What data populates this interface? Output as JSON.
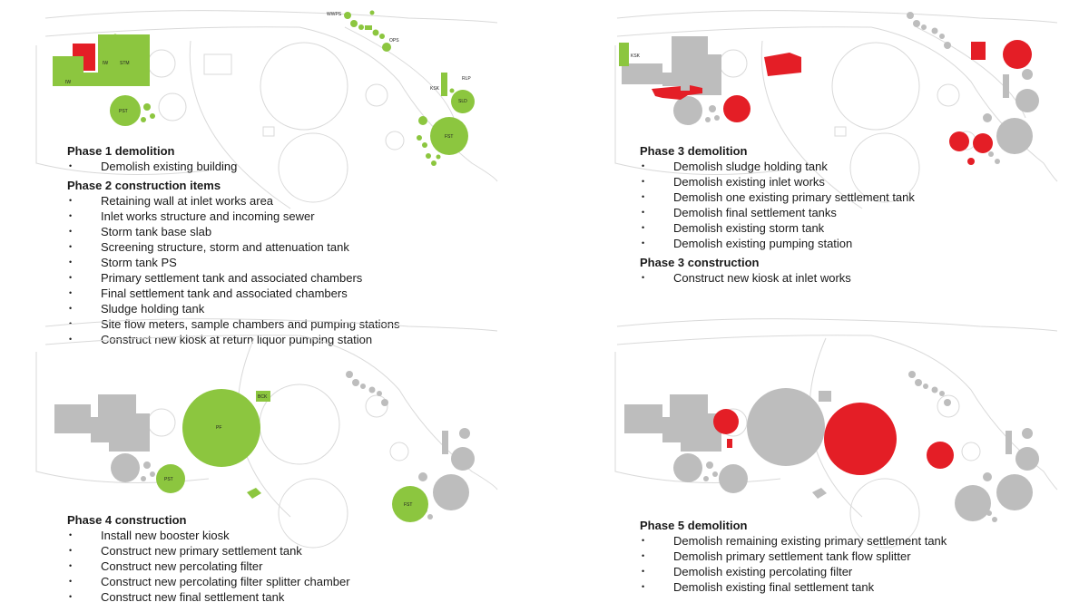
{
  "colors": {
    "construction": "#8cc63f",
    "demolition": "#e41e26",
    "existing": "#bdbdbd",
    "outline": "#d9d9d9"
  },
  "panels": [
    {
      "id": "phase1-2",
      "map_labels": {
        "wwps": "WWPS",
        "ops": "OPS",
        "rlp": "RLP",
        "ksk": "KSK",
        "sld": "SLD",
        "fst": "FST",
        "pst": "PST",
        "stm": "STM",
        "iw1": "IW",
        "iw2": "IW"
      },
      "sections": [
        {
          "heading": "Phase 1 demolition",
          "items": [
            "Demolish existing building"
          ]
        },
        {
          "heading": "Phase 2 construction items",
          "items": [
            "Retaining wall at inlet works area",
            "Inlet works structure and incoming sewer",
            "Storm tank base slab",
            "Screening structure, storm and attenuation tank",
            "Storm tank PS",
            "Primary settlement tank and associated chambers",
            "Final settlement tank and associated chambers",
            "Sludge holding tank",
            "Site flow meters, sample chambers and pumping stations",
            "Construct new kiosk at return liquor pumping station"
          ]
        }
      ]
    },
    {
      "id": "phase3",
      "map_labels": {
        "ksk": "KSK"
      },
      "sections": [
        {
          "heading": "Phase 3 demolition",
          "items": [
            "Demolish sludge holding tank",
            "Demolish existing inlet works",
            "Demolish one existing primary settlement tank",
            "Demolish final settlement tanks",
            "Demolish existing storm tank",
            "Demolish existing pumping station"
          ]
        },
        {
          "heading": "Phase 3 construction",
          "items": [
            "Construct new kiosk at inlet works"
          ]
        }
      ]
    },
    {
      "id": "phase4",
      "map_labels": {
        "bck": "BCK",
        "pf": "PF",
        "pst": "PST",
        "fst": "FST"
      },
      "sections": [
        {
          "heading": "Phase 4 construction",
          "items": [
            "Install new booster kiosk",
            "Construct new primary settlement tank",
            "Construct new percolating filter",
            "Construct new percolating filter splitter chamber",
            "Construct new final settlement tank"
          ]
        }
      ]
    },
    {
      "id": "phase5",
      "map_labels": {},
      "sections": [
        {
          "heading": "Phase 5 demolition",
          "items": [
            "Demolish remaining existing primary settlement tank",
            "Demolish primary settlement tank flow splitter",
            "Demolish existing percolating filter",
            "Demolish existing final settlement tank"
          ]
        }
      ]
    }
  ]
}
